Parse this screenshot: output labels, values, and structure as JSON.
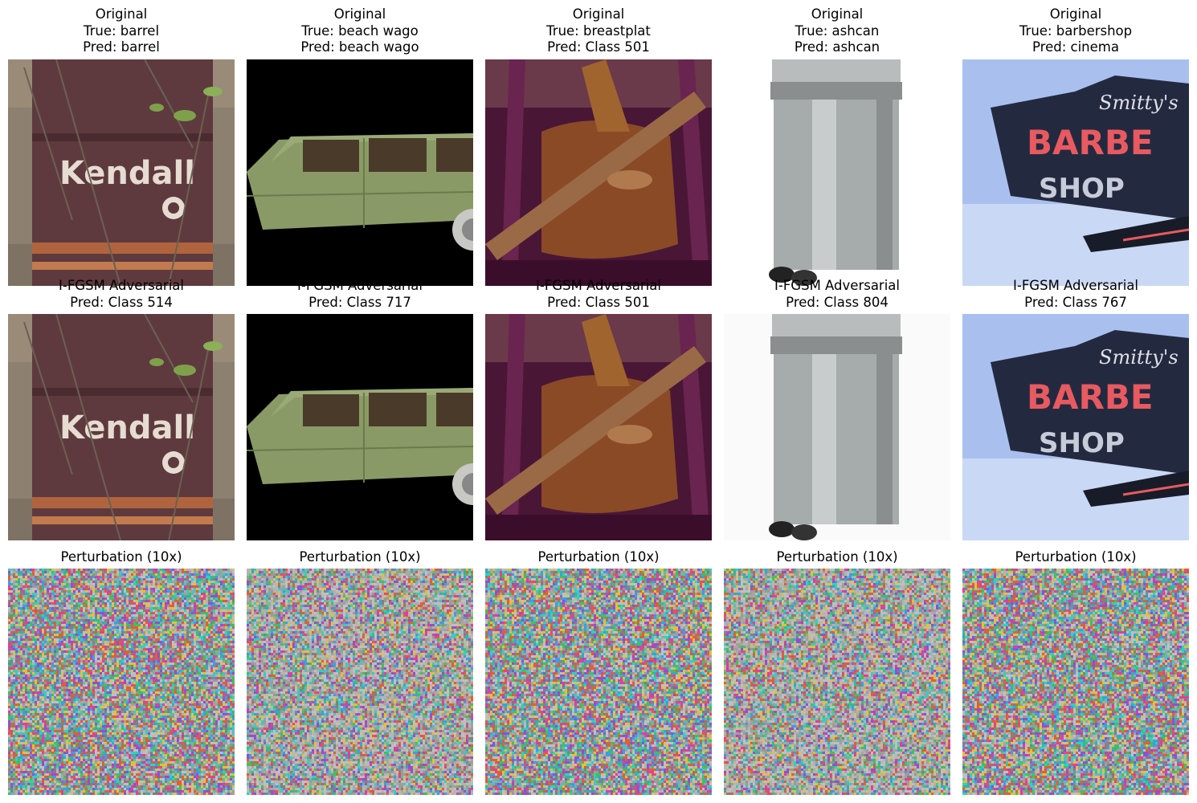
{
  "rows": [
    {
      "cells": [
        {
          "line1": "Original",
          "line2": "True: barrel",
          "line3": "Pred: barrel",
          "image": "rusty-barrel-kendall"
        },
        {
          "line1": "Original",
          "line2": "True: beach wago",
          "line3": "Pred: beach wago",
          "image": "green-station-wagon"
        },
        {
          "line1": "Original",
          "line2": "True: breastplat",
          "line3": "Pred: Class 501",
          "image": "leather-breastplate"
        },
        {
          "line1": "Original",
          "line2": "True: ashcan",
          "line3": "Pred: ashcan",
          "image": "steel-trash-can"
        },
        {
          "line1": "Original",
          "line2": "True: barbershop",
          "line3": "Pred: cinema",
          "image": "barber-shop-sign"
        }
      ]
    },
    {
      "cells": [
        {
          "line1": "I-FGSM Adversarial",
          "line2": "Pred: Class 514",
          "image": "rusty-barrel-kendall"
        },
        {
          "line1": "I-FGSM Adversarial",
          "line2": "Pred: Class 717",
          "image": "green-station-wagon"
        },
        {
          "line1": "I-FGSM Adversarial",
          "line2": "Pred: Class 501",
          "image": "leather-breastplate"
        },
        {
          "line1": "I-FGSM Adversarial",
          "line2": "Pred: Class 804",
          "image": "steel-trash-can"
        },
        {
          "line1": "I-FGSM Adversarial",
          "line2": "Pred: Class 767",
          "image": "barber-shop-sign"
        }
      ]
    },
    {
      "cells": [
        {
          "line1": "Perturbation (10x)",
          "image": "noise-perturbation"
        },
        {
          "line1": "Perturbation (10x)",
          "image": "noise-perturbation"
        },
        {
          "line1": "Perturbation (10x)",
          "image": "noise-perturbation"
        },
        {
          "line1": "Perturbation (10x)",
          "image": "noise-perturbation"
        },
        {
          "line1": "Perturbation (10x)",
          "image": "noise-perturbation"
        }
      ]
    }
  ],
  "image_text": {
    "barrel_brand": "Kendall",
    "sign_script": "Smitty's",
    "sign_word1": "BARBE",
    "sign_word2": "SHOP"
  },
  "colors": {
    "background": "#ffffff",
    "barrel": "#5e3a3e",
    "wagon": "#8a9a66",
    "leather": "#8a4a26",
    "drape": "#4a1636",
    "can": "#a6abab",
    "sign": "#232a40",
    "neon": "#e85a60",
    "sky": "#a9c0ef"
  }
}
